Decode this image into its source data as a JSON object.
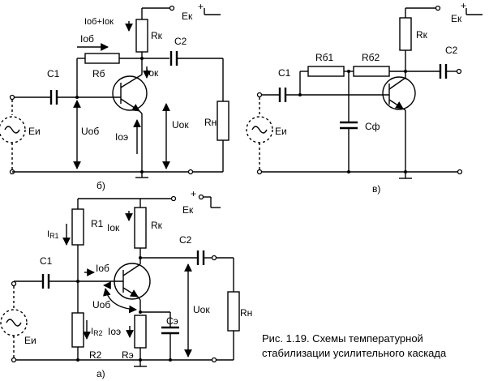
{
  "labels": {
    "b": {
      "ib_ik": "Iоб+Iок",
      "ek": "Ек",
      "plus": "+",
      "rk": "Rк",
      "iob": "Iоб",
      "c2": "C2",
      "c1": "C1",
      "rb": "Rб",
      "iok": "Iок",
      "ei": "Eи",
      "uob": "Uоб",
      "ioe": "Iоэ",
      "uok": "Uок",
      "rn": "Rн",
      "tag": "б)"
    },
    "v": {
      "ek": "Ек",
      "plus": "+",
      "rk": "Rк",
      "rb1": "Rб1",
      "rb2": "Rб2",
      "c1": "C1",
      "c2": "C2",
      "ei": "Eи",
      "cf": "Cф",
      "tag": "в)"
    },
    "a": {
      "plus": "+",
      "ek": "Ек",
      "ir1": "IR1",
      "r1": "R1",
      "iok": "Iок",
      "rk": "Rк",
      "c2": "C2",
      "c1": "C1",
      "iob": "Iоб",
      "uob": "Uоб",
      "ce": "Cэ",
      "uok": "Uок",
      "rn": "Rн",
      "ei": "Eи",
      "ir2": "IR2",
      "ioe": "Iоэ",
      "r2": "R2",
      "re": "Rэ",
      "tag": "а)"
    }
  },
  "caption": {
    "line1": "Рис. 1.19. Схемы температурной",
    "line2": "стабилизации усилительного каскада"
  }
}
